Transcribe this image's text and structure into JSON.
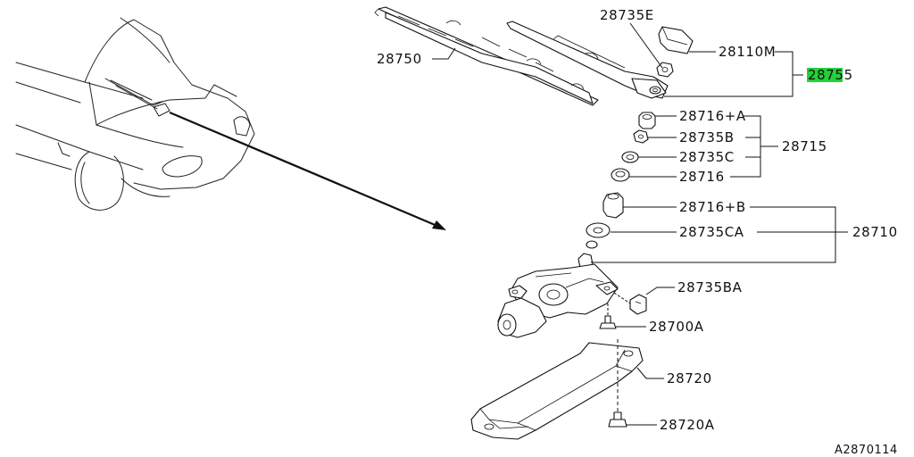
{
  "diagram": {
    "highlight_color": "#22d13a",
    "labels": {
      "p28735E": "28735E",
      "p28110M": "28110M",
      "p28750": "28750",
      "p28755_hl": "2875",
      "p28755_rest": "5",
      "p28716A": "28716+A",
      "p28735B": "28735B",
      "p28735C": "28735C",
      "p28716": "28716",
      "p28715": "28715",
      "p28716B": "28716+B",
      "p28735CA": "28735CA",
      "p28710": "28710",
      "p28735BA": "28735BA",
      "p28700A": "28700A",
      "p28720": "28720",
      "p28720A": "28720A",
      "drawing_ref": "A2870114"
    }
  }
}
